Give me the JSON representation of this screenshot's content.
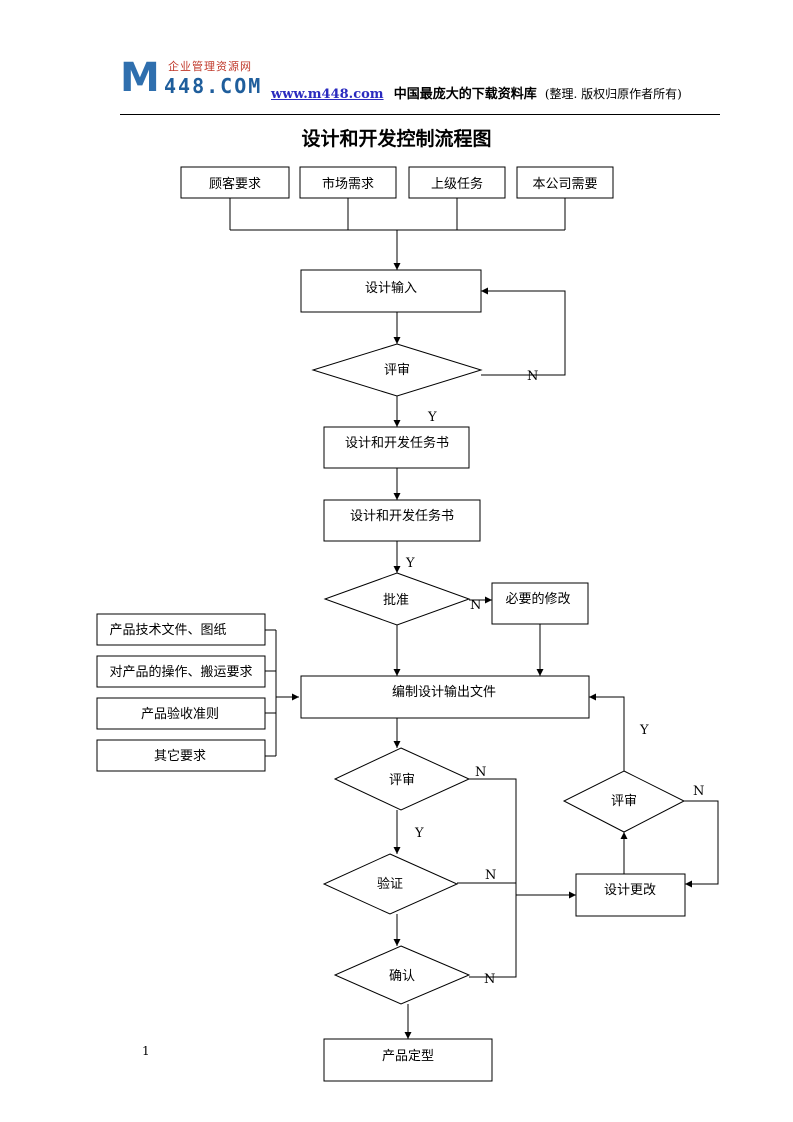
{
  "header": {
    "logo_tagline": "企业管理资源网",
    "logo_letter": "M",
    "logo_number": "448.COM",
    "site_url": "www.m448.com",
    "slogan": "中国最庞大的下载资料库",
    "note": "(整理. 版权归原作者所有)"
  },
  "title": "设计和开发控制流程图",
  "page_number": "1",
  "nodes": {
    "customer_req": "顾客要求",
    "market_demand": "市场需求",
    "superior_task": "上级任务",
    "company_need": "本公司需要",
    "design_input": "设计输入",
    "review1": "评审",
    "task_book1": "设计和开发任务书",
    "task_book2": "设计和开发任务书",
    "approve": "批准",
    "necessary_mod": "必要的修改",
    "tech_docs": "产品技术文件、图纸",
    "op_handling": "对产品的操作、搬运要求",
    "acceptance": "产品验收准则",
    "other_req": "其它要求",
    "design_output": "编制设计输出文件",
    "review2": "评审",
    "verify": "验证",
    "confirm": "确认",
    "final_product": "产品定型",
    "review3": "评审",
    "design_change": "设计更改"
  },
  "edge_labels": {
    "review1_no": "N",
    "review1_yes": "Y",
    "approve_yes": "Y",
    "approve_no": "N",
    "review2_no": "N",
    "review2_yes": "Y",
    "verify_no": "N",
    "confirm_no": "N",
    "review3_yes": "Y",
    "review3_no": "N"
  }
}
